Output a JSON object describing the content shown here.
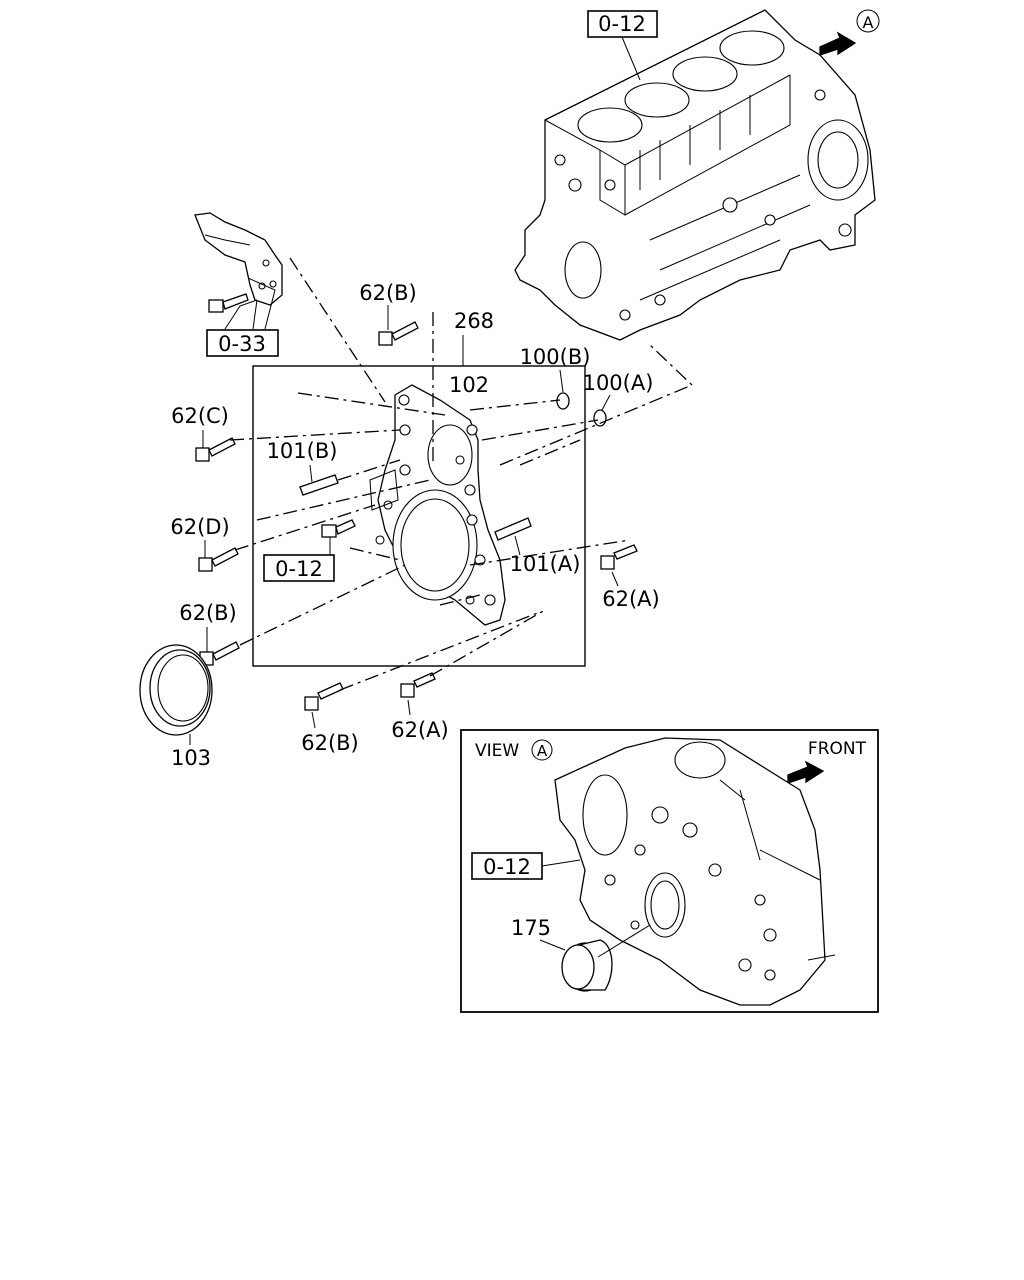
{
  "labels": {
    "block_ref_top": "0-12",
    "view_marker": "A",
    "bracket_ref": "0-33",
    "part_62b_top": "62(B)",
    "part_268": "268",
    "part_100b": "100(B)",
    "part_100a": "100(A)",
    "part_102": "102",
    "part_62c": "62(C)",
    "part_101b": "101(B)",
    "part_62d": "62(D)",
    "part_101a": "101(A)",
    "block_ref_mid": "0-12",
    "part_62a_right": "62(A)",
    "part_62b_left": "62(B)",
    "part_103": "103",
    "part_62b_bottom": "62(B)",
    "part_62a_bottom": "62(A)"
  },
  "inset": {
    "title": "VIEW",
    "title_marker": "A",
    "front_label": "FRONT",
    "block_ref": "0-12",
    "part_175": "175"
  }
}
